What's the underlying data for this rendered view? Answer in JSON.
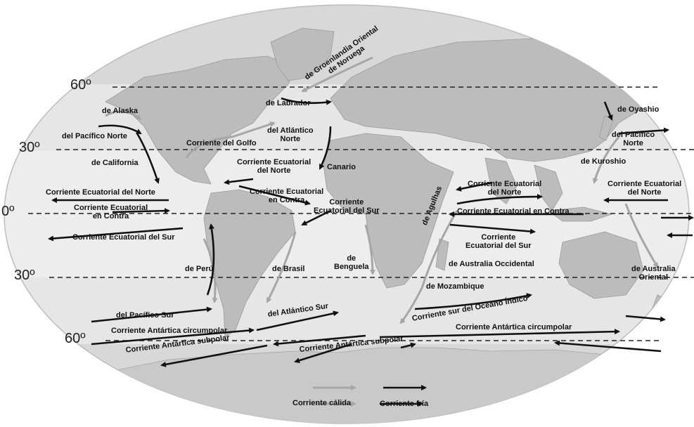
{
  "latitudes": {
    "n60": "60º",
    "n30": "30º",
    "eq": "0º",
    "s30": "30º",
    "s60": "60º"
  },
  "currents": {
    "alaska": "de Alaska",
    "pacifico_norte": "del Pacífico Norte",
    "california": "de California",
    "ecuatorial_norte_1": "Corriente Ecuatorial del Norte",
    "contra_1": "Corriente Ecuatorial\nen Contra",
    "ecuatorial_sur_1": "Corriente Ecuatorial del Sur",
    "peru": "de Perú",
    "pacifico_sur": "del Pacífico Sur",
    "antartica_circ_1": "Corriente Antártica circumpolar",
    "antartica_sub_1": "Corriente Antártica subpolar",
    "labrador": "de Labrador",
    "golfo": "Corriente del Golfo",
    "atlantico_norte": "del Atlántico\nNorte",
    "ecuatorial_norte_2": "Corriente Ecuatorial\ndel Norte",
    "canario": "Canario",
    "contra_2": "Corriente Ecuatorial\nen Contra",
    "ecuatorial_sur_2": "Corriente\nEcuatorial del Sur",
    "brasil": "de Brasil",
    "benguela": "de\nBenguela",
    "atlantico_sur": "del Atlántico Sur",
    "antartica_sub_2": "Corriente Antártica subpolar",
    "groenlandia": "de Groenlandia Oriental\nde Noruega",
    "agulhas": "de Agulhas",
    "mozambique": "de Mozambique",
    "indico_sur": "Corriente sur del Océano Índico",
    "australia_occ": "de Australia Occidental",
    "ecuatorial_norte_3": "Corriente Ecuatorial\ndel Norte",
    "contra_3": "Corriente Ecuatorial en Contra",
    "ecuatorial_sur_3": "Corriente\nEcuatorial del Sur",
    "antartica_circ_2": "Corriente Antártica circumpolar",
    "oyashio": "de Oyashio",
    "pacifico_norte_2": "del Pacífico\nNorte",
    "kuroshio": "de Kuroshio",
    "ecuatorial_norte_4": "Corriente Ecuatorial\ndel Norte",
    "australia_or": "de Australia\nOriental"
  },
  "legend": {
    "warm": "Corriente cálida",
    "cold": "Corriente fría",
    "warm_color": "#a6a6a6",
    "cold_color": "#111111"
  },
  "colors": {
    "ocean_light": "#e8e8e8",
    "ocean_band": "#dcdcdc",
    "land": "#b9b9b9",
    "ice": "#c6c6c6"
  }
}
